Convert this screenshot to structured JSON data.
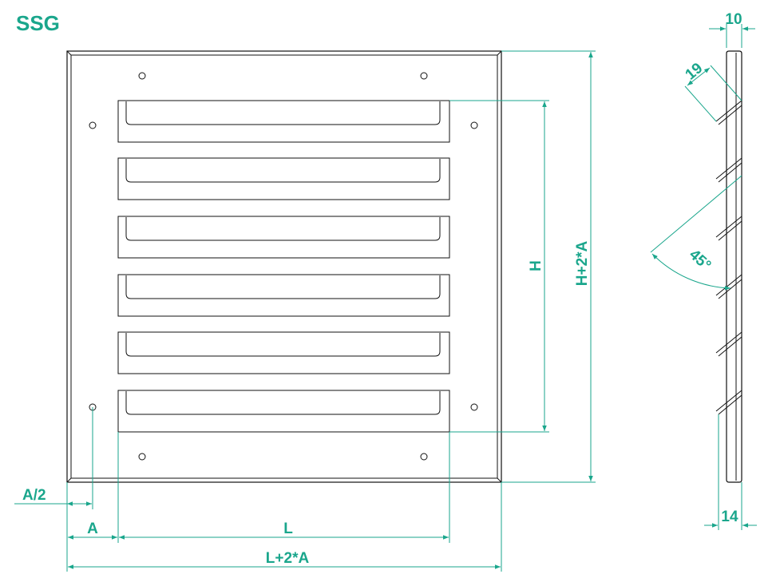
{
  "title": "SSG",
  "dimensions": {
    "half_offset": "A/2",
    "offset": "A",
    "length": "L",
    "overall_length": "L+2*A",
    "height": "H",
    "overall_height": "H+2*A",
    "depth_top": "10",
    "blade_width": "19",
    "angle": "45°",
    "depth_bottom": "14"
  },
  "colors": {
    "dimension": "#1aa68c",
    "outline": "#111111"
  }
}
